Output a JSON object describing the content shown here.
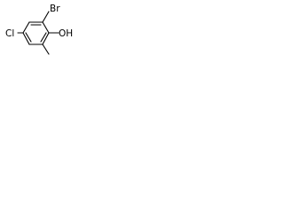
{
  "molecule": {
    "atoms": {
      "br": "Br",
      "oh": "OH",
      "cl": "Cl"
    }
  }
}
